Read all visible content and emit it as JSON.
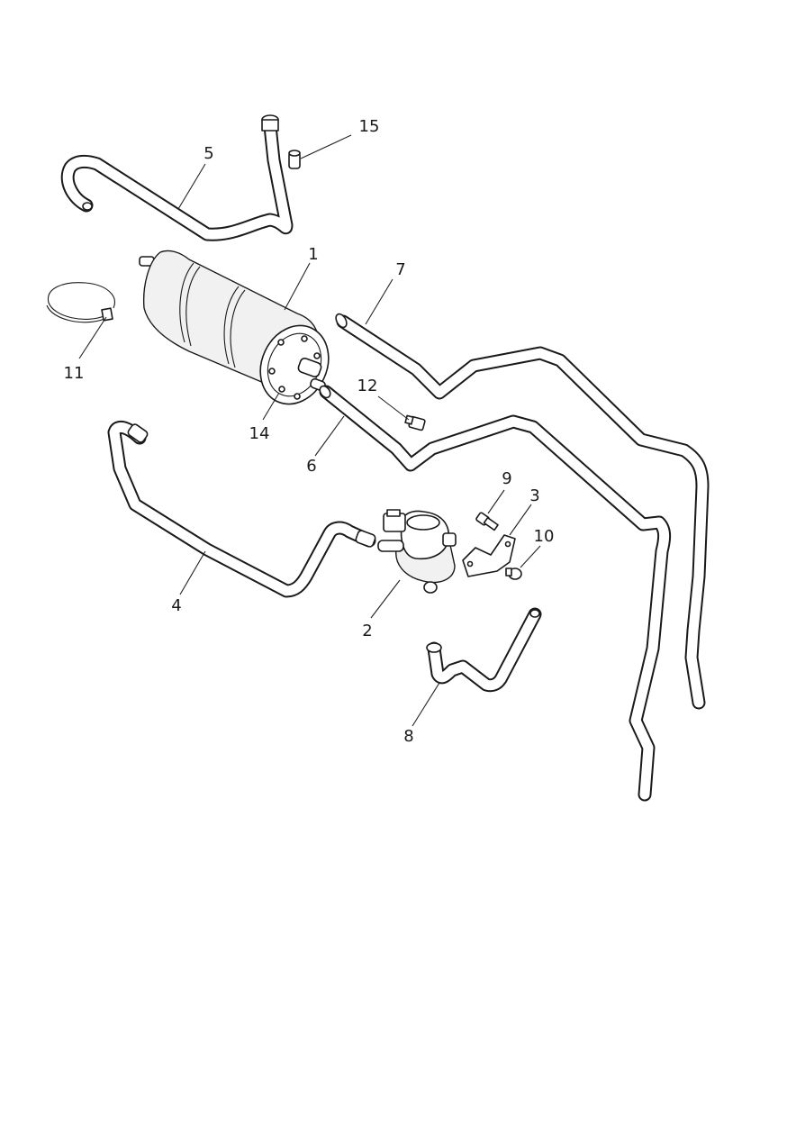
{
  "diagram": {
    "callouts": [
      {
        "id": "callout-1",
        "text": "1"
      },
      {
        "id": "callout-2",
        "text": "2"
      },
      {
        "id": "callout-3",
        "text": "3"
      },
      {
        "id": "callout-4",
        "text": "4"
      },
      {
        "id": "callout-5",
        "text": "5"
      },
      {
        "id": "callout-6",
        "text": "6"
      },
      {
        "id": "callout-7",
        "text": "7"
      },
      {
        "id": "callout-8",
        "text": "8"
      },
      {
        "id": "callout-9",
        "text": "9"
      },
      {
        "id": "callout-10",
        "text": "10"
      },
      {
        "id": "callout-11",
        "text": "11"
      },
      {
        "id": "callout-12",
        "text": "12"
      },
      {
        "id": "callout-14",
        "text": "14"
      },
      {
        "id": "callout-15",
        "text": "15"
      }
    ]
  }
}
